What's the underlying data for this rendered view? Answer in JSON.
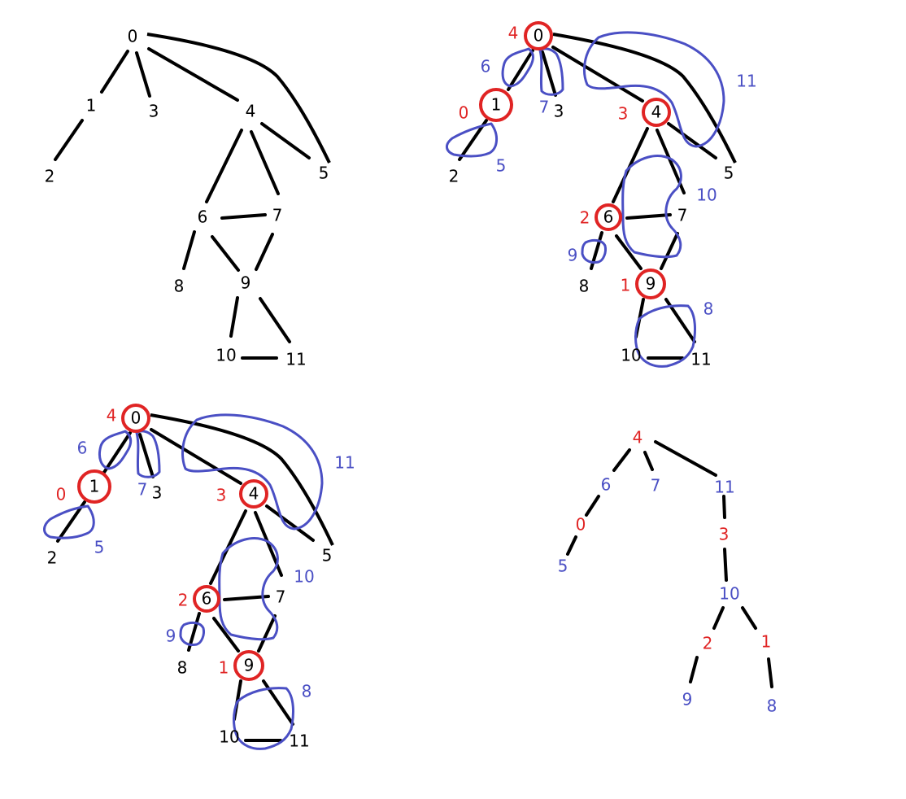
{
  "colors": {
    "node": "#000000",
    "articulation": "#e02424",
    "component": "#4a4fc4"
  },
  "panel1": {
    "nodes": [
      "0",
      "1",
      "2",
      "3",
      "4",
      "5",
      "6",
      "7",
      "8",
      "9",
      "10",
      "11"
    ]
  },
  "panel2": {
    "nodes": [
      "0",
      "1",
      "2",
      "3",
      "4",
      "5",
      "6",
      "7",
      "8",
      "9",
      "10",
      "11"
    ],
    "articulation_labels": {
      "n0": "4",
      "n1": "0",
      "n4": "3",
      "n6": "2",
      "n9": "1"
    },
    "component_labels": [
      "6",
      "7",
      "11",
      "5",
      "10",
      "9",
      "8"
    ]
  },
  "panel3": {
    "nodes": [
      "0",
      "1",
      "2",
      "3",
      "4",
      "5",
      "6",
      "7",
      "8",
      "9",
      "10",
      "11"
    ],
    "articulation_labels": {
      "n0": "4",
      "n1": "0",
      "n4": "3",
      "n6": "2",
      "n9": "1"
    },
    "component_labels": [
      "6",
      "7",
      "11",
      "5",
      "10",
      "9",
      "8"
    ]
  },
  "panel4": {
    "red_nodes": [
      "4",
      "0",
      "3",
      "2",
      "1"
    ],
    "blue_nodes": [
      "6",
      "7",
      "11",
      "5",
      "10",
      "9",
      "8"
    ]
  }
}
